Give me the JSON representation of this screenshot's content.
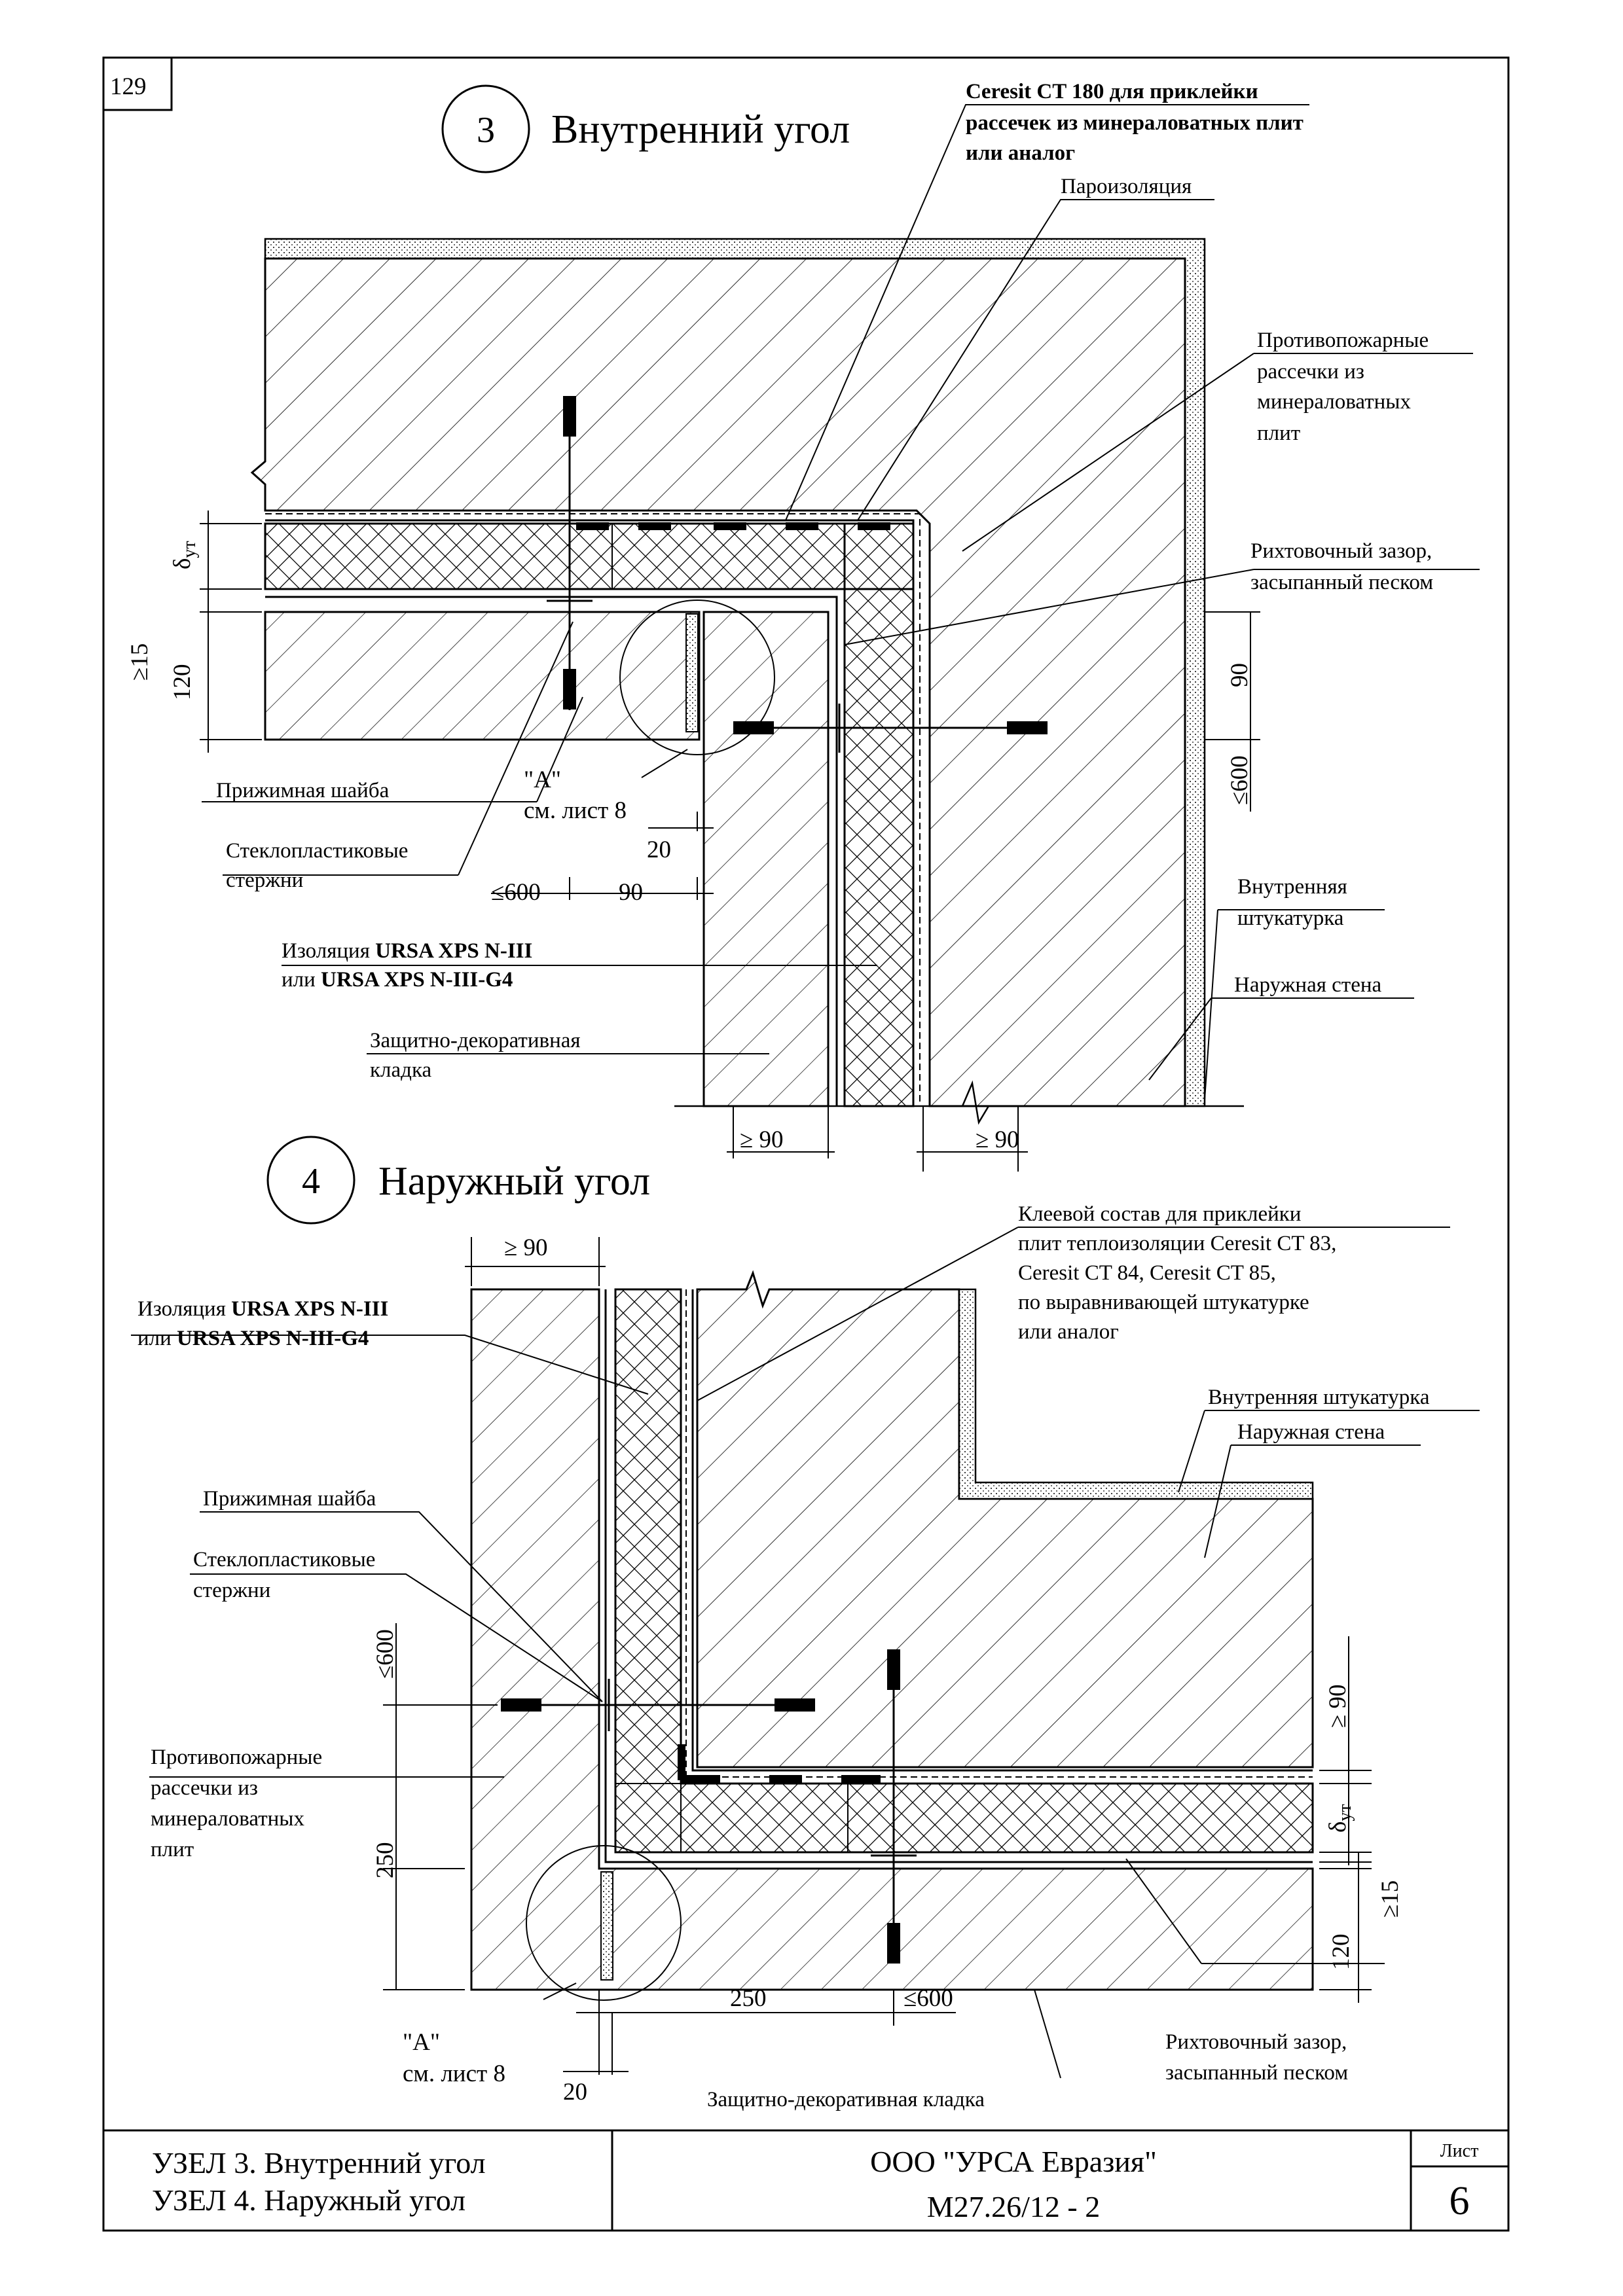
{
  "sheet": {
    "page_number": "129"
  },
  "node3": {
    "number": "3",
    "title": "Внутренний угол",
    "labels": {
      "ceresit_180": [
        "Ceresit CT 180 для приклейки",
        "рассечек из минераловатных плит",
        "или аналог"
      ],
      "vapor": "Пароизоляция",
      "fire_breaks": [
        "Противопожарные",
        "рассечки из",
        "минераловатных",
        "плит"
      ],
      "gap": [
        "Рихтовочный зазор,",
        "засыпанный  песком"
      ],
      "washer": "Прижимная шайба",
      "rods": [
        "Стеклопластиковые",
        "стержни"
      ],
      "ref_a": "\"А\"",
      "ref_sheet": "см. лист 8",
      "insulation_pre": "Изоляция ",
      "insulation_bold": "URSA XPS N-III",
      "insulation2_pre": "или ",
      "insulation2_bold": "URSA XPS N-III-G4",
      "masonry": [
        "Защитно-декоративная",
        "кладка"
      ],
      "plaster": [
        "Внутренняя",
        "штукатурка"
      ],
      "wall": "Наружная стена"
    },
    "dims": {
      "delta": "δ",
      "delta_sub": "ут",
      "ge15": "≥15",
      "d120": "120",
      "d90_right": "90",
      "le600_right": "≤600",
      "d20": "20",
      "le600": "≤600",
      "d90": "90",
      "ge90_a": "≥ 90",
      "ge90_b": "≥ 90"
    }
  },
  "node4": {
    "number": "4",
    "title": "Наружный угол",
    "labels": {
      "glue": [
        "Клеевой состав для приклейки",
        "плит теплоизоляции Ceresit CT 83,",
        "Ceresit CT 84, Ceresit CT 85,",
        "по выравнивающей штукатурке",
        "или аналог"
      ],
      "insulation_pre": "Изоляция ",
      "insulation_bold": "URSA XPS N-III",
      "insulation2_pre": "или ",
      "insulation2_bold": "URSA XPS N-III-G4",
      "plaster": "Внутренняя штукатурка",
      "wall": "Наружная стена",
      "washer": "Прижимная шайба",
      "rods": [
        "Стеклопластиковые",
        "стержни"
      ],
      "fire_breaks": [
        "Противопожарные",
        "рассечки из",
        "минераловатных",
        "плит"
      ],
      "ref_a": "\"А\"",
      "ref_sheet": "см. лист 8",
      "masonry": "Защитно-декоративная кладка",
      "gap": [
        "Рихтовочный зазор,",
        "засыпанный  песком"
      ]
    },
    "dims": {
      "ge90_top": "≥ 90",
      "le600": "≤600",
      "d250_v": "250",
      "d250_h": "250",
      "le600_h": "≤600",
      "d20": "20",
      "ge90_right": "≥ 90",
      "delta": "δ",
      "delta_sub": "ут",
      "ge15": "≥15",
      "d120": "120"
    }
  },
  "stamp": {
    "line1": "УЗЕЛ 3. Внутренний угол",
    "line2": "УЗЕЛ 4. Наружный угол",
    "org": "ООО \"УРСА Евразия\"",
    "code": "М27.26/12 - 2",
    "sheet_label": "Лист",
    "sheet_no": "6"
  }
}
